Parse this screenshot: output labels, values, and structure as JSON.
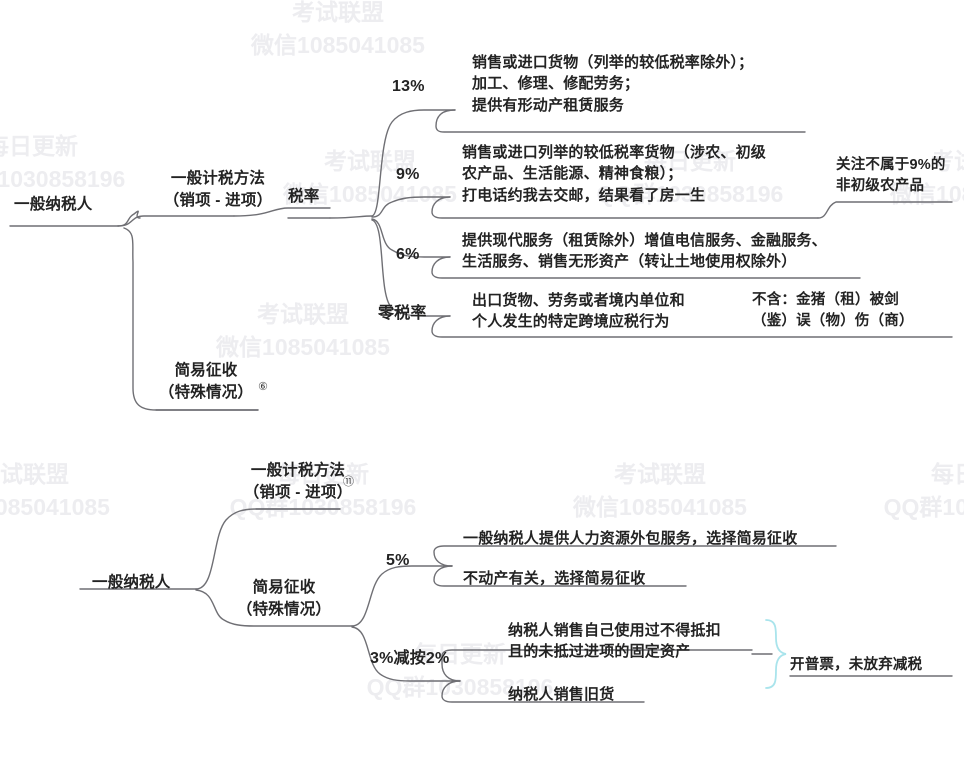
{
  "watermark": {
    "line1": "考试联盟",
    "line2": "微信1085041085",
    "alt_line1": "每日更新",
    "alt_line2": "QQ群1030858196"
  },
  "map1": {
    "root": "一般纳税人",
    "branches": [
      {
        "label": "一般计税方法\n（销项 - 进项）",
        "marker": ""
      },
      {
        "label": "简易征收\n（特殊情况）",
        "marker": "⑥"
      }
    ],
    "rate_group_label": "税率",
    "rates": [
      {
        "rate": "13%",
        "text": "销售或进口货物（列举的较低税率除外）；\n加工、修理、修配劳务；\n提供有形动产租赁服务",
        "note": ""
      },
      {
        "rate": "9%",
        "text": "销售或进口列举的较低税率货物（涉农、初级\n农产品、生活能源、精神食粮）；\n打电话约我去交邮，结果看了房一生",
        "note": "关注不属于9%的\n非初级农产品"
      },
      {
        "rate": "6%",
        "text": "提供现代服务（租赁除外）增值电信服务、金融服务、\n生活服务、销售无形资产（转让土地使用权除外）",
        "note": ""
      },
      {
        "rate": "零税率",
        "text": "出口货物、劳务或者境内单位和\n个人发生的特定跨境应税行为",
        "note": "不含：金猪（租）被剑\n（鉴）误（物）伤（商）"
      }
    ]
  },
  "map2": {
    "root": "一般纳税人",
    "branches": [
      {
        "label": "一般计税方法\n（销项 - 进项）",
        "marker": "⑪"
      },
      {
        "label": "简易征收\n（特殊情况）",
        "marker": ""
      }
    ],
    "rates": [
      {
        "rate": "5%",
        "items": [
          "一般纳税人提供人力资源外包服务，选择简易征收",
          "不动产有关，选择简易征收"
        ],
        "note": ""
      },
      {
        "rate": "3%减按2%",
        "items": [
          "纳税人销售自己使用过不得抵扣\n且的未抵过进项的固定资产",
          "纳税人销售旧货"
        ],
        "note": "开普票，未放弃减税"
      }
    ]
  },
  "colors": {
    "wire": "#6f6f74",
    "brace": "#a9e4ec",
    "text": "#232323",
    "watermark": "#ededf0",
    "background": "#ffffff"
  }
}
